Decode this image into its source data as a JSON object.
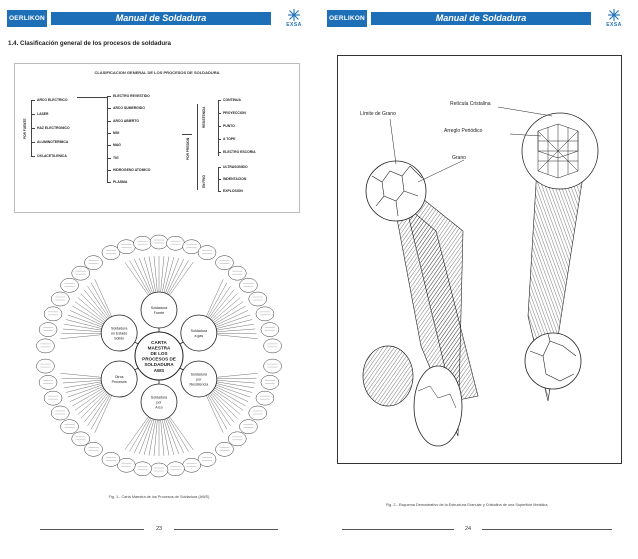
{
  "left_page": {
    "header": {
      "brand_left": "OERLIKON",
      "title": "Manual de Soldadura",
      "brand_right": "EXSA"
    },
    "section_title": "1.4.   Clasificación general de los procesos de soldadura",
    "classification": {
      "title": "CLASIFICACION GENERAL DE LOS PROCESOS DE SOLDADURA",
      "fuente_label": "POR FUENTE",
      "fuente_items": [
        "ARCO ELECTRICO",
        "LASER",
        "HAZ ELECTRONICO",
        "ALUMINOTERMICA",
        "OXI-ACETILENICA"
      ],
      "arc_items": [
        "ELECTRO REVESTIDO",
        "ARCO SUMERGIDO",
        "ARCO ABIERTO",
        "MIG",
        "MAG",
        "TIG",
        "HIDROGENO ATOMICO",
        "PLASMA"
      ],
      "presion_label": "POR PRESION",
      "resistencia_label": "RESISTENCIA",
      "resistencia_items": [
        "CONTINUA",
        "PROYECCION",
        "PUNTO",
        "A TOPE",
        "ELECTRO ESCORIA"
      ],
      "enfrio_label": "EN FRIO",
      "enfrio_items": [
        "ULTRASONIDO",
        "INDENTACION",
        "EXPLOSION"
      ]
    },
    "chart": {
      "center": [
        "CARTA",
        "MAESTRA",
        "DE LOS",
        "PROCESOS DE",
        "SOLDADURA",
        "AWS"
      ],
      "hubs": [
        [
          "Soldadura",
          "Fuerte"
        ],
        [
          "Soldadura",
          "a gas"
        ],
        [
          "Soldadura",
          "por",
          "Resistencia"
        ],
        [
          "Soldadura",
          "por",
          "Arco"
        ],
        [
          "Otros",
          "Procesos"
        ],
        [
          "Soldadura",
          "en Estado",
          "Sólido"
        ]
      ]
    },
    "figure_caption": "Fig. 1.- Carta Maestra de los Procesos de Soldadura (AWS)",
    "page_number": "23"
  },
  "right_page": {
    "header": {
      "brand_left": "OERLIKON",
      "title": "Manual de Soldadura",
      "brand_right": "EXSA"
    },
    "labels": {
      "reticula": "Retícula Cristalina",
      "limite": "Límite de Grano",
      "arreglo": "Arreglo Periódico",
      "grano": "Grano"
    },
    "figure_caption": "Fig. 2.- Esquema Demostrativo de la Estructura Granular y Cristalina de una Superficie Metálica",
    "page_number": "24"
  },
  "colors": {
    "header_blue": "#1d6fb8",
    "ink": "#222222"
  }
}
